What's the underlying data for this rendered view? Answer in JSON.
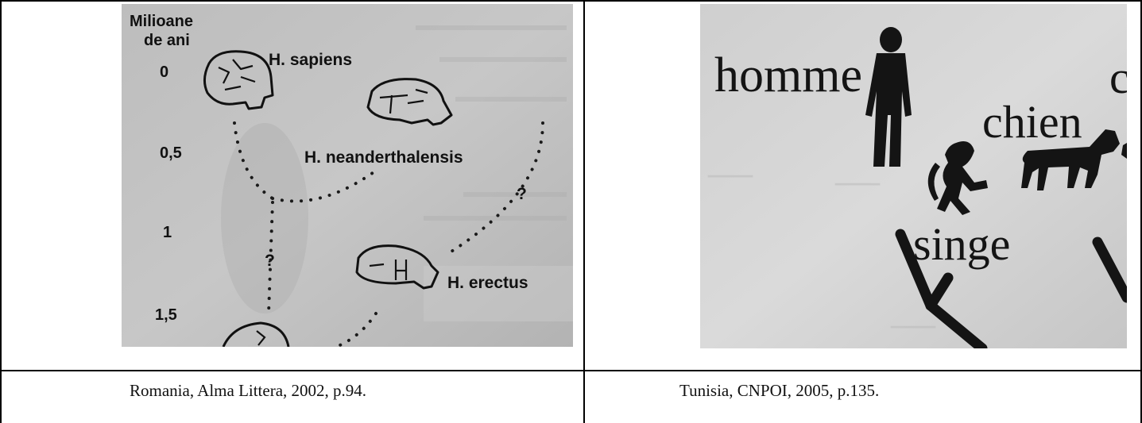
{
  "left_figure": {
    "axis_title_line1": "Milioane",
    "axis_title_line2": "de ani",
    "ticks": [
      "0",
      "0,5",
      "1",
      "1,5"
    ],
    "species": {
      "sapiens": "H. sapiens",
      "neanderthalensis": "H. neanderthalensis",
      "erectus": "H. erectus"
    },
    "unknown_mark": "?"
  },
  "right_figure": {
    "labels": {
      "homme": "homme",
      "chien": "chien",
      "singe": "singe",
      "cut_letter": "c"
    }
  },
  "captions": {
    "left": "Romania, Alma Littera, 2002, p.94.",
    "right": "Tunisia, CNPOI, 2005, p.135."
  }
}
